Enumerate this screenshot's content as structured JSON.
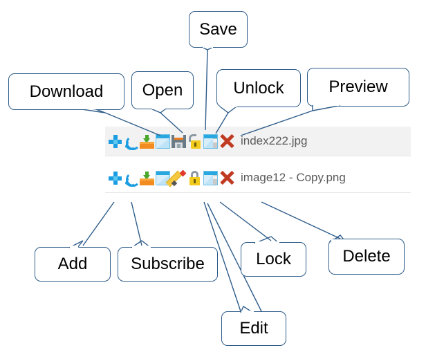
{
  "page": {
    "title": "File manager action icons with annotation callouts",
    "background": "#ffffff",
    "callout_border_color": "#2e5c8a",
    "leader_color": "#2e5c8a"
  },
  "file_list": {
    "rows": [
      {
        "filename": "index222.jpg",
        "selected": true,
        "background": "#f2f2f2",
        "icons": [
          {
            "name": "add-icon",
            "label": "Add"
          },
          {
            "name": "subscribe-icon",
            "label": "Subscribe"
          },
          {
            "name": "download-icon",
            "label": "Download"
          },
          {
            "name": "open-icon",
            "label": "Open"
          },
          {
            "name": "save-icon",
            "label": "Save"
          },
          {
            "name": "unlock-icon",
            "label": "Unlock"
          },
          {
            "name": "preview-icon",
            "label": "Preview"
          },
          {
            "name": "delete-icon",
            "label": "Delete"
          }
        ]
      },
      {
        "filename": "image12 - Copy.png",
        "selected": false,
        "background": "#ffffff",
        "icons": [
          {
            "name": "add-icon",
            "label": "Add"
          },
          {
            "name": "subscribe-icon",
            "label": "Subscribe"
          },
          {
            "name": "download-icon",
            "label": "Download"
          },
          {
            "name": "open-icon",
            "label": "Open"
          },
          {
            "name": "edit-icon",
            "label": "Edit"
          },
          {
            "name": "lock-icon",
            "label": "Lock"
          },
          {
            "name": "preview-icon",
            "label": "Preview"
          },
          {
            "name": "delete-icon",
            "label": "Delete"
          }
        ]
      }
    ]
  },
  "callouts": [
    {
      "id": "download",
      "label": "Download"
    },
    {
      "id": "open",
      "label": "Open"
    },
    {
      "id": "save",
      "label": "Save"
    },
    {
      "id": "unlock",
      "label": "Unlock"
    },
    {
      "id": "preview",
      "label": "Preview"
    },
    {
      "id": "add",
      "label": "Add"
    },
    {
      "id": "subscribe",
      "label": "Subscribe"
    },
    {
      "id": "lock",
      "label": "Lock"
    },
    {
      "id": "delete",
      "label": "Delete"
    },
    {
      "id": "edit",
      "label": "Edit"
    }
  ]
}
